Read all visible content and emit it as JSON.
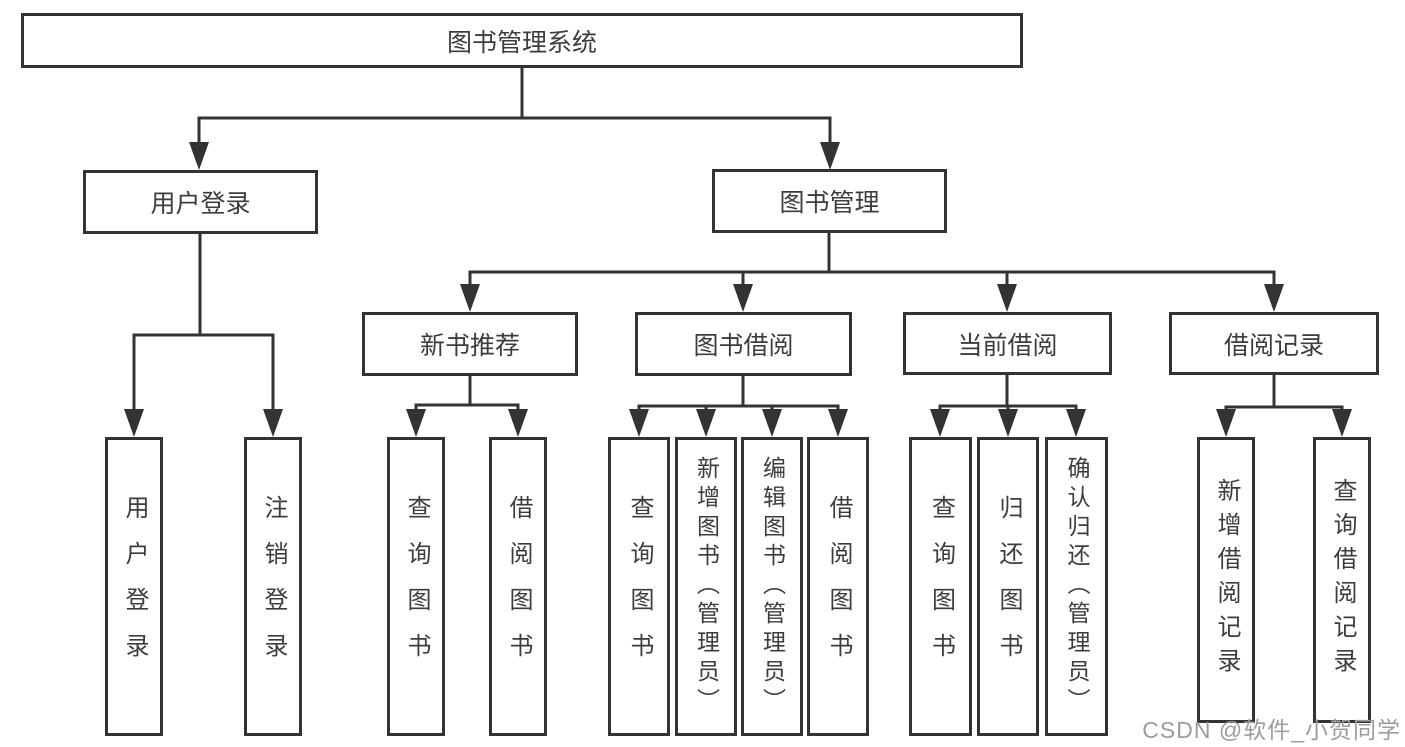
{
  "diagram": {
    "type": "hierarchy-tree",
    "root": {
      "id": "system",
      "label": "图书管理系统"
    },
    "level2": [
      {
        "id": "user-login",
        "label": "用户登录",
        "parent": "system"
      },
      {
        "id": "book-management",
        "label": "图书管理",
        "parent": "system"
      }
    ],
    "level3": [
      {
        "id": "new-book-recommend",
        "label": "新书推荐",
        "parent": "book-management"
      },
      {
        "id": "book-borrow",
        "label": "图书借阅",
        "parent": "book-management"
      },
      {
        "id": "current-borrow",
        "label": "当前借阅",
        "parent": "book-management"
      },
      {
        "id": "borrow-records",
        "label": "借阅记录",
        "parent": "book-management"
      }
    ],
    "leaves": [
      {
        "label": "用户登录",
        "parent": "user-login"
      },
      {
        "label": "注销登录",
        "parent": "user-login"
      },
      {
        "label": "查询图书",
        "parent": "new-book-recommend"
      },
      {
        "label": "借阅图书",
        "parent": "new-book-recommend"
      },
      {
        "label": "查询图书",
        "parent": "book-borrow"
      },
      {
        "label": "新增图书（管理员）",
        "parent": "book-borrow"
      },
      {
        "label": "编辑图书（管理员）",
        "parent": "book-borrow"
      },
      {
        "label": "借阅图书",
        "parent": "book-borrow"
      },
      {
        "label": "查询图书",
        "parent": "current-borrow"
      },
      {
        "label": "归还图书",
        "parent": "current-borrow"
      },
      {
        "label": "确认归还（管理员）",
        "parent": "current-borrow"
      },
      {
        "label": "新增借阅记录",
        "parent": "borrow-records"
      },
      {
        "label": "查询借阅记录",
        "parent": "borrow-records"
      }
    ]
  },
  "colors": {
    "line": "#333333",
    "text": "#3d3d3d",
    "watermark": "#9c9c9c",
    "background": "#ffffff"
  },
  "watermark": {
    "text": "CSDN @软件_小贺同学"
  }
}
